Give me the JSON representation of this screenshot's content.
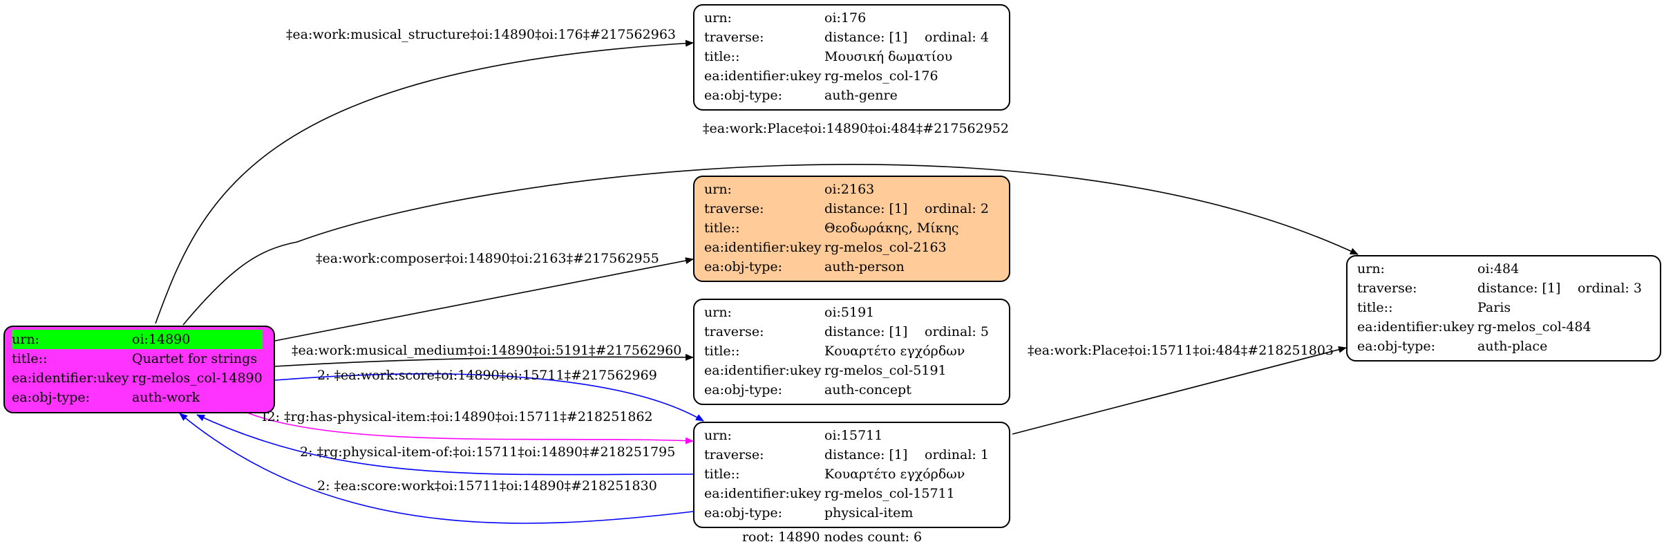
{
  "nodes": {
    "root": {
      "urn_key": "urn:",
      "urn": "oi:14890",
      "title_key": "title::",
      "title": "Quartet for strings",
      "ukey_key": "ea:identifier:ukey",
      "ukey": "rg-melos_col-14890",
      "type_key": "ea:obj-type:",
      "type": "auth-work"
    },
    "n176": {
      "urn_key": "urn:",
      "urn": "oi:176",
      "traverse_key": "traverse:",
      "distance": "distance: [1]",
      "ordinal": "ordinal: 4",
      "title_key": "title::",
      "title": "Μουσική δωματίου",
      "ukey_key": "ea:identifier:ukey",
      "ukey": "rg-melos_col-176",
      "type_key": "ea:obj-type:",
      "type": "auth-genre"
    },
    "n2163": {
      "urn_key": "urn:",
      "urn": "oi:2163",
      "traverse_key": "traverse:",
      "distance": "distance: [1]",
      "ordinal": "ordinal: 2",
      "title_key": "title::",
      "title": "Θεοδωράκης, Μίκης",
      "ukey_key": "ea:identifier:ukey",
      "ukey": "rg-melos_col-2163",
      "type_key": "ea:obj-type:",
      "type": "auth-person"
    },
    "n5191": {
      "urn_key": "urn:",
      "urn": "oi:5191",
      "traverse_key": "traverse:",
      "distance": "distance: [1]",
      "ordinal": "ordinal: 5",
      "title_key": "title::",
      "title": "Κουαρτέτο εγχόρδων",
      "ukey_key": "ea:identifier:ukey",
      "ukey": "rg-melos_col-5191",
      "type_key": "ea:obj-type:",
      "type": "auth-concept"
    },
    "n15711": {
      "urn_key": "urn:",
      "urn": "oi:15711",
      "traverse_key": "traverse:",
      "distance": "distance: [1]",
      "ordinal": "ordinal: 1",
      "title_key": "title::",
      "title": "Κουαρτέτο εγχόρδων",
      "ukey_key": "ea:identifier:ukey",
      "ukey": "rg-melos_col-15711",
      "type_key": "ea:obj-type:",
      "type": "physical-item"
    },
    "n484": {
      "urn_key": "urn:",
      "urn": "oi:484",
      "traverse_key": "traverse:",
      "distance": "distance: [1]",
      "ordinal": "ordinal: 3",
      "title_key": "title::",
      "title": "Paris",
      "ukey_key": "ea:identifier:ukey",
      "ukey": "rg-melos_col-484",
      "type_key": "ea:obj-type:",
      "type": "auth-place"
    }
  },
  "edges": {
    "genre": "‡ea:work:musical_structure‡oi:14890‡oi:176‡#217562963",
    "place1": "‡ea:work:Place‡oi:14890‡oi:484‡#217562952",
    "composer": "‡ea:work:composer‡oi:14890‡oi:2163‡#217562955",
    "medium": "‡ea:work:musical_medium‡oi:14890‡oi:5191‡#217562960",
    "score": "2: ‡ea:work:score‡oi:14890‡oi:15711‡#217562969",
    "has_item": "I2: ‡rg:has-physical-item:‡oi:14890‡oi:15711‡#218251862",
    "item_of": "2: ‡rg:physical-item-of:‡oi:15711‡oi:14890‡#218251795",
    "score_work": "2: ‡ea:score:work‡oi:15711‡oi:14890‡#218251830",
    "place2": "‡ea:work:Place‡oi:15711‡oi:484‡#218251803"
  },
  "colors": {
    "root_fill": "#ff33ff",
    "root_urn_highlight": "#00ff00",
    "person_fill": "#ffcc99",
    "score_edge": "#0000ff",
    "has_item_edge": "#ff00ff",
    "default_edge": "#000000"
  },
  "footer": "root: 14890 nodes count: 6"
}
